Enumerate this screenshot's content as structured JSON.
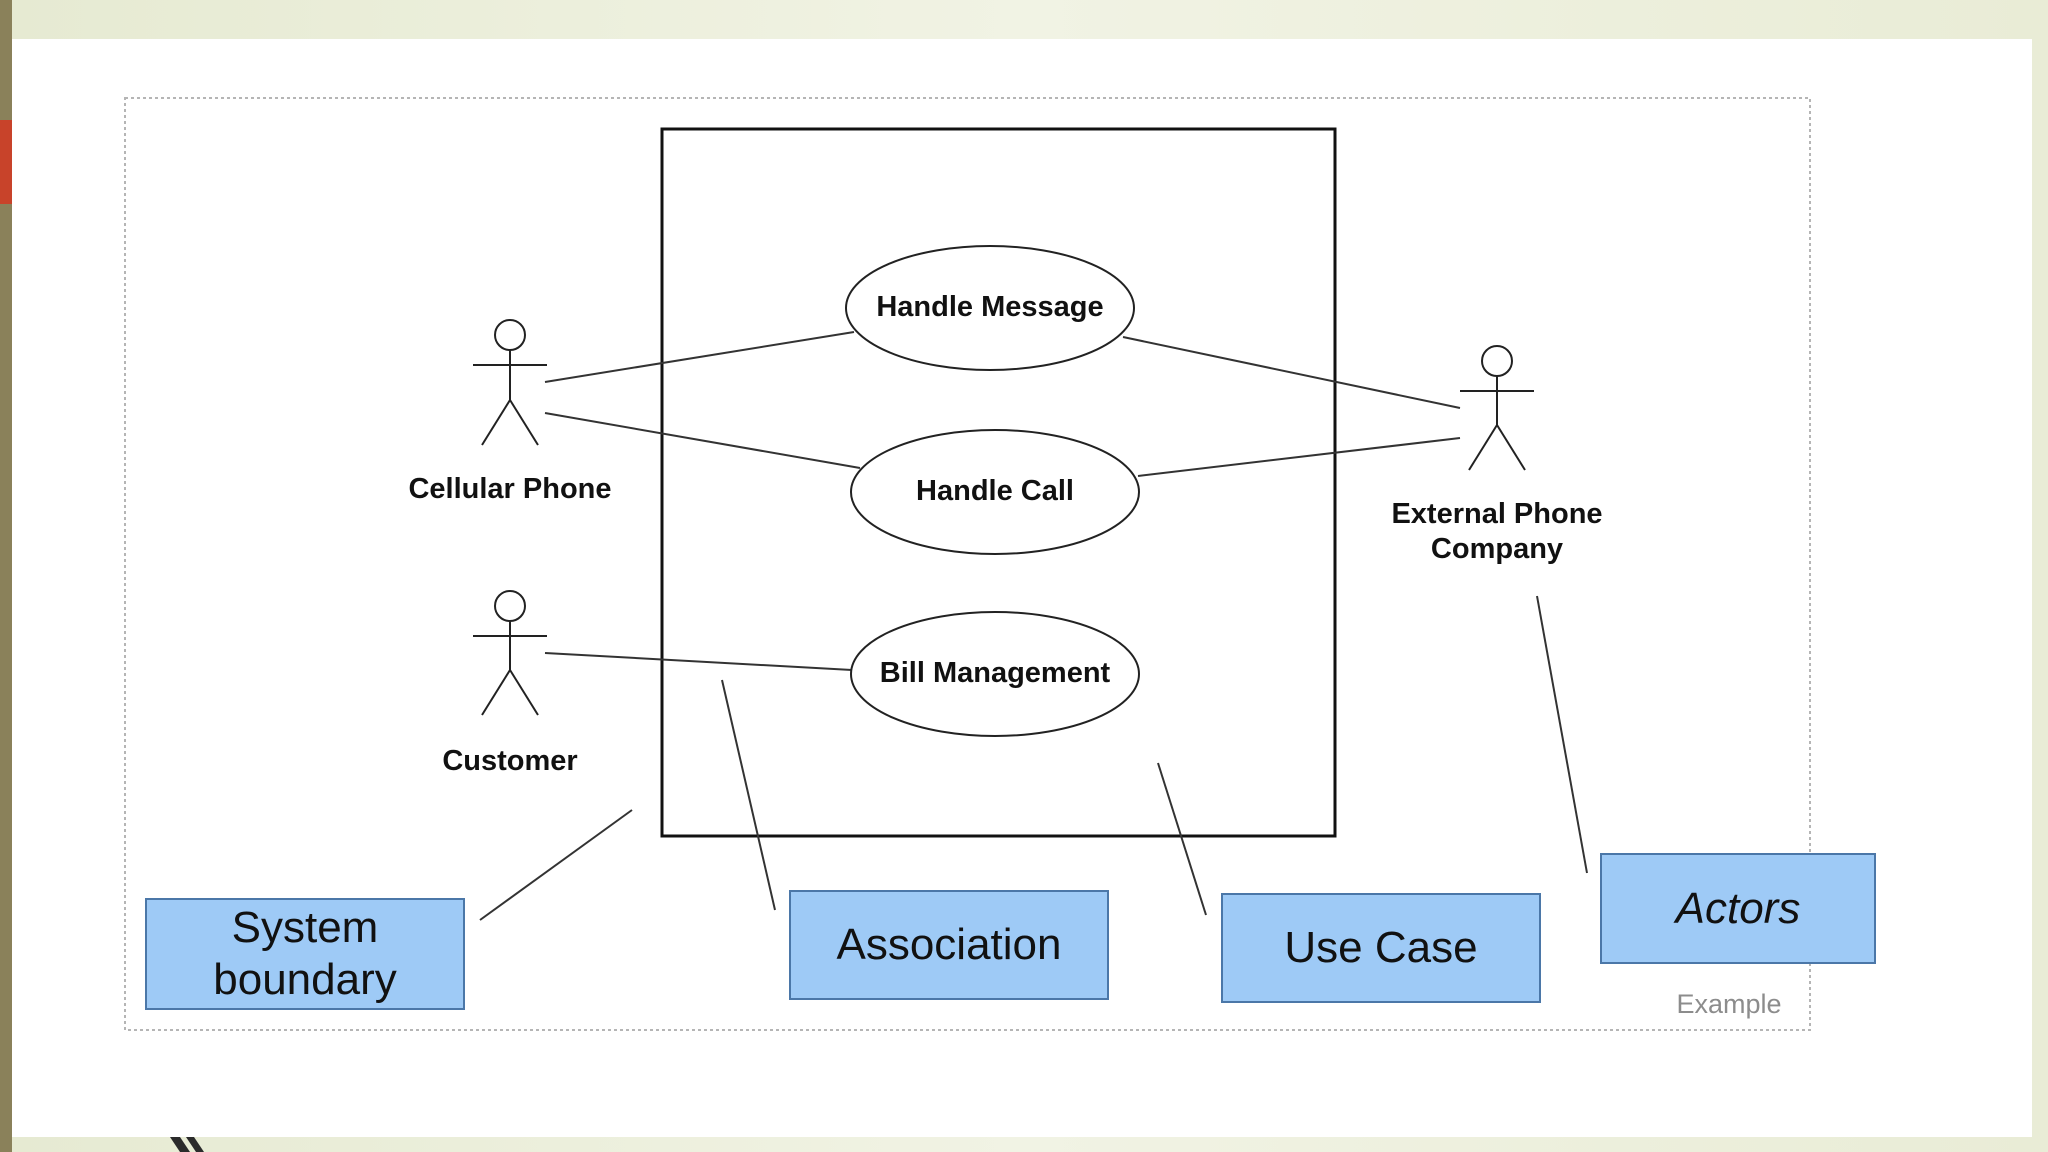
{
  "diagram": {
    "usecases": [
      {
        "label": "Handle Message"
      },
      {
        "label": "Handle Call"
      },
      {
        "label": "Bill Management"
      }
    ],
    "actors": [
      {
        "label": "Cellular Phone"
      },
      {
        "label": "Customer"
      },
      {
        "label": "External Phone Company"
      }
    ],
    "callouts": [
      {
        "label": "System boundary"
      },
      {
        "label": "Association"
      },
      {
        "label": "Use Case"
      },
      {
        "label": "Actors"
      }
    ],
    "caption": "Example"
  },
  "colors": {
    "callout_fill": "#9ecaf6",
    "callout_border": "#4b77a8",
    "left_bar": "#8a815a",
    "accent": "#c8432a"
  }
}
